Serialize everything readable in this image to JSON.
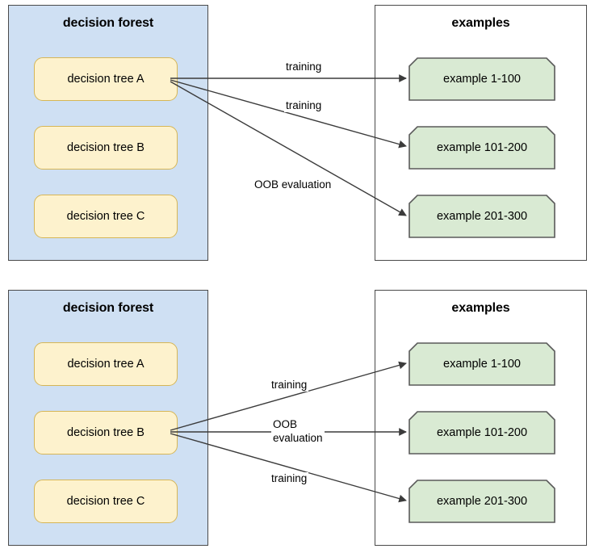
{
  "diagrams": [
    {
      "id": "diagram-oob-tree-a",
      "forest": {
        "title": "decision forest",
        "trees": [
          {
            "label": "decision tree A"
          },
          {
            "label": "decision tree B"
          },
          {
            "label": "decision tree C"
          }
        ]
      },
      "examples": {
        "title": "examples",
        "items": [
          {
            "label": "example 1-100"
          },
          {
            "label": "example 101-200"
          },
          {
            "label": "example 201-300"
          }
        ]
      },
      "edges": [
        {
          "label": "training",
          "from": "decision tree A",
          "to": "example 1-100"
        },
        {
          "label": "training",
          "from": "decision tree A",
          "to": "example 101-200"
        },
        {
          "label": "OOB evaluation",
          "from": "decision tree A",
          "to": "example 201-300"
        }
      ]
    },
    {
      "id": "diagram-oob-tree-b",
      "forest": {
        "title": "decision forest",
        "trees": [
          {
            "label": "decision tree A"
          },
          {
            "label": "decision tree B"
          },
          {
            "label": "decision tree C"
          }
        ]
      },
      "examples": {
        "title": "examples",
        "items": [
          {
            "label": "example 1-100"
          },
          {
            "label": "example 101-200"
          },
          {
            "label": "example 201-300"
          }
        ]
      },
      "edges": [
        {
          "label": "training",
          "from": "decision tree B",
          "to": "example 1-100"
        },
        {
          "label_line1": "OOB",
          "label_line2": "evaluation",
          "from": "decision tree B",
          "to": "example 101-200"
        },
        {
          "label": "training",
          "from": "decision tree B",
          "to": "example 201-300"
        }
      ]
    }
  ],
  "colors": {
    "forest_panel_fill": "#cfe0f3",
    "panel_border": "#4a4a4a",
    "tree_fill": "#fdf2cd",
    "tree_border": "#d6b656",
    "example_fill": "#d9ead3",
    "example_border": "#5a5a5a",
    "arrow": "#3b3b3b",
    "text": "#000000",
    "background": "#ffffff"
  }
}
